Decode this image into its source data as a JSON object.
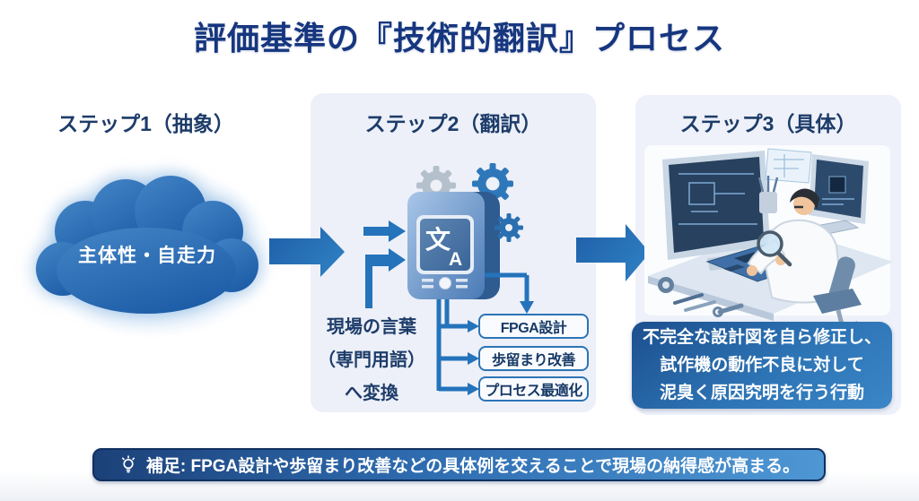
{
  "title": "評価基準の『技術的翻訳』プロセス",
  "step1": {
    "header": "ステップ1（抽象）",
    "cloud_label": "主体性・自走力"
  },
  "step2": {
    "header": "ステップ2（翻訳）",
    "translator": {
      "screen_char_1": "文",
      "screen_char_2": "A"
    },
    "input_note": {
      "line1": "現場の言葉",
      "line2": "（専門用語）",
      "line3": "へ変換"
    },
    "outputs": [
      {
        "label": "FPGA設計"
      },
      {
        "label": "歩留まり改善"
      },
      {
        "label": "プロセス最適化"
      }
    ]
  },
  "step3": {
    "header": "ステップ3（具体）",
    "action_box": {
      "line1": "不完全な設計図を自ら修正し、",
      "line2": "試作機の動作不良に対して",
      "line3": "泥臭く原因究明を行う行動"
    }
  },
  "footnote": "補足: FPGA設計や歩留まり改善などの具体例を交えることで現場の納得感が高まる。",
  "colors": {
    "title_text": "#16367f",
    "header_text": "#1d3c69",
    "cloud_fill": "#2e6fb2",
    "arrow_blue": "#2473bb",
    "panel_bg": "#edf0f8",
    "output_box_border": "#2d74b6",
    "action_box_bg": "#2d74b5",
    "footnote_bar_bg": "#2e6cb0"
  }
}
